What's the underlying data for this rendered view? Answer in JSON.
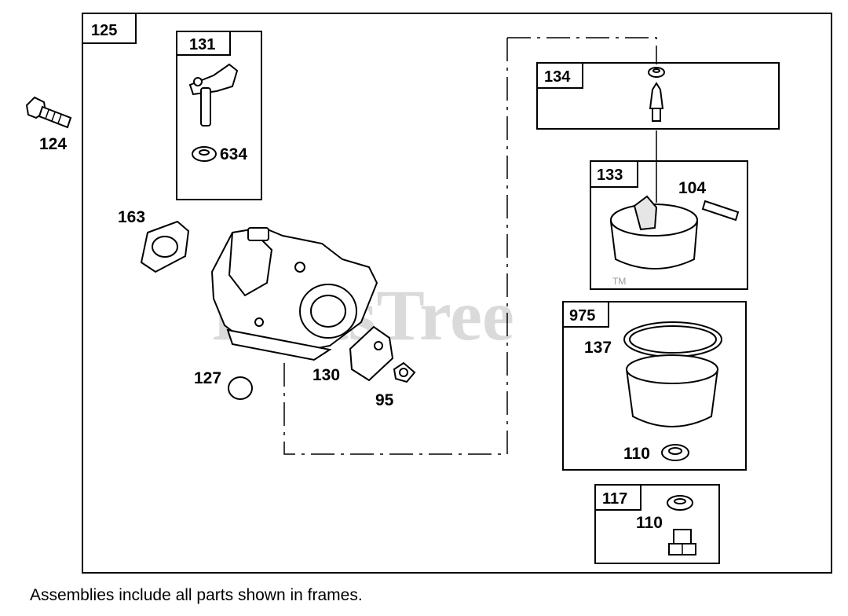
{
  "frames": {
    "f125": "125",
    "f131": "131",
    "f134": "134",
    "f133": "133",
    "f975": "975",
    "f117": "117"
  },
  "callouts": {
    "c124": "124",
    "c634": "634",
    "c163": "163",
    "c104": "104",
    "c137": "137",
    "c127": "127",
    "c130": "130",
    "c95": "95",
    "c110a": "110",
    "c110b": "110"
  },
  "watermark": "PartsTree",
  "trademark": "TM",
  "footer": "Assemblies include all parts shown in frames."
}
